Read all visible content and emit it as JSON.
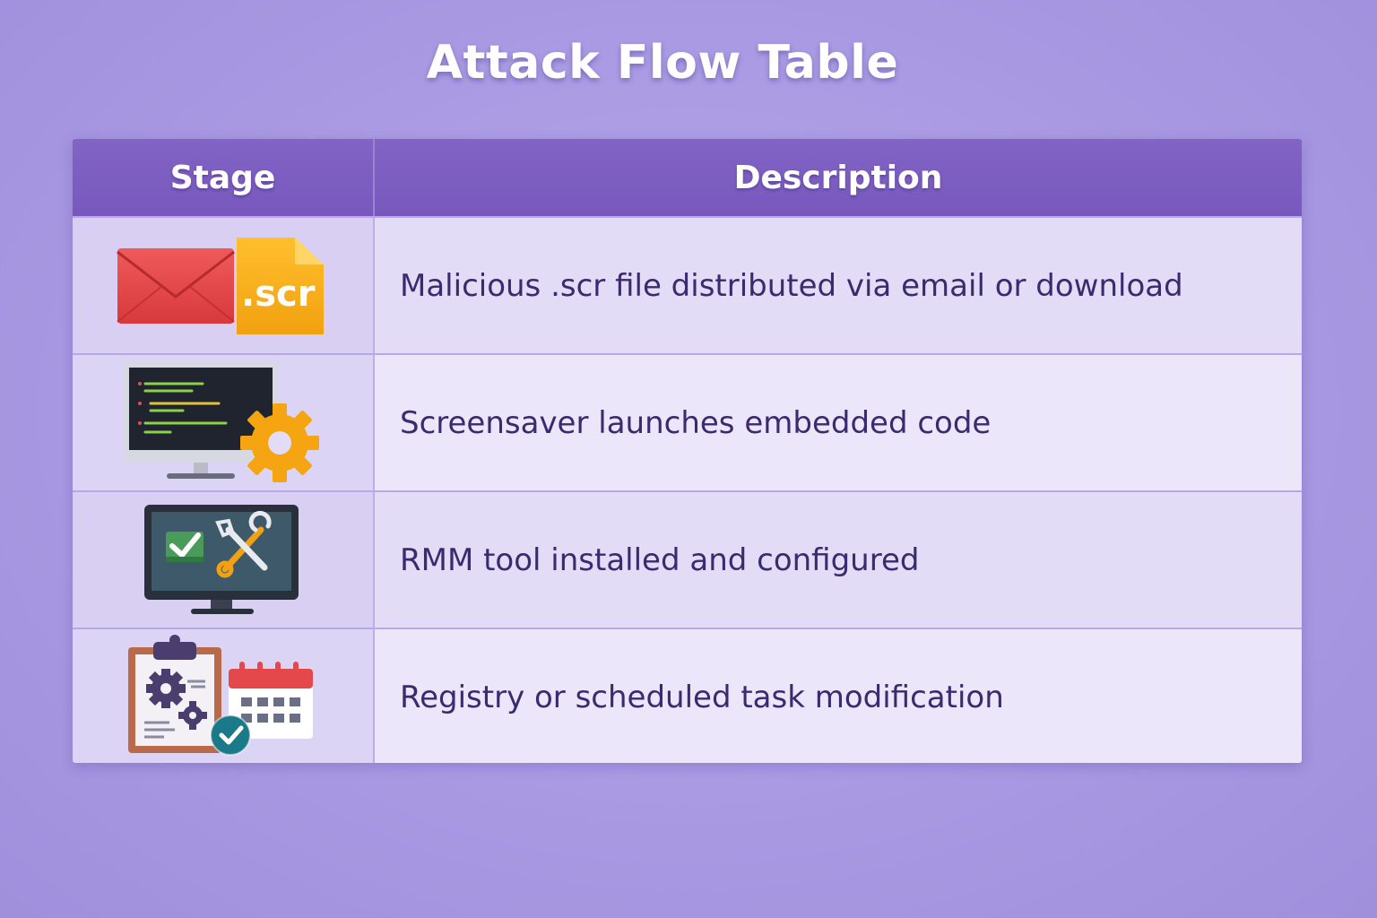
{
  "title": "Attack Flow Table",
  "table": {
    "headers": {
      "stage": "Stage",
      "description": "Description"
    },
    "rows": [
      {
        "icon": "email-scr-file-icon",
        "icon_text": ".scr",
        "description": "Malicious .scr file distributed via email or download"
      },
      {
        "icon": "monitor-code-gear-icon",
        "description": "Screensaver launches embedded code"
      },
      {
        "icon": "monitor-tools-icon",
        "description": "RMM tool installed and configured"
      },
      {
        "icon": "clipboard-calendar-icon",
        "description": "Registry or scheduled task modification"
      }
    ]
  },
  "colors": {
    "background": "#a898e2",
    "header": "#7858bd",
    "row": "#e3dcf7",
    "text": "#3a2a6e"
  }
}
